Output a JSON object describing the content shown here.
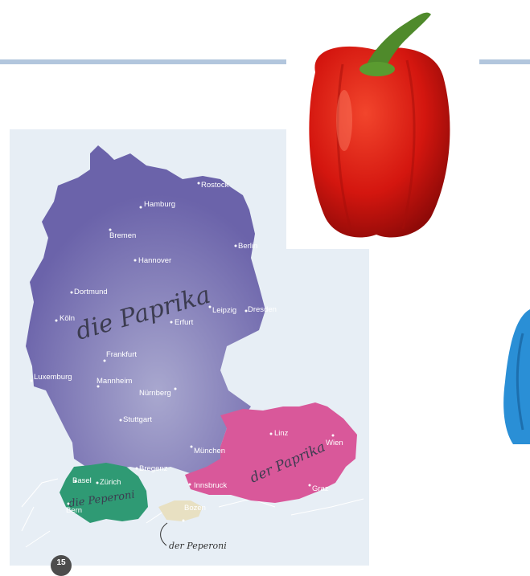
{
  "map": {
    "countries": [
      {
        "name": "Germany",
        "term_label": "die Paprika",
        "color": "#6d66ac"
      },
      {
        "name": "Austria",
        "term_label": "der Paprika",
        "color": "#d9589a"
      },
      {
        "name": "Switzerland",
        "term_label": "die Peperoni",
        "color": "#2f9a74"
      },
      {
        "name": "South Tyrol",
        "term_label": "der Peperoni",
        "color": "#e8e0c2"
      }
    ],
    "cities": [
      {
        "id": "rostock",
        "label": "Rostock"
      },
      {
        "id": "hamburg",
        "label": "Hamburg"
      },
      {
        "id": "bremen",
        "label": "Bremen"
      },
      {
        "id": "hannover",
        "label": "Hannover"
      },
      {
        "id": "berlin",
        "label": "Berlin"
      },
      {
        "id": "dortmund",
        "label": "Dortmund"
      },
      {
        "id": "koeln",
        "label": "Köln"
      },
      {
        "id": "leipzig",
        "label": "Leipzig"
      },
      {
        "id": "dresden",
        "label": "Dresden"
      },
      {
        "id": "erfurt",
        "label": "Erfurt"
      },
      {
        "id": "frankfurt",
        "label": "Frankfurt"
      },
      {
        "id": "luxemburg",
        "label": "Luxemburg"
      },
      {
        "id": "mannheim",
        "label": "Mannheim"
      },
      {
        "id": "nuernberg",
        "label": "Nürnberg"
      },
      {
        "id": "stuttgart",
        "label": "Stuttgart"
      },
      {
        "id": "linz",
        "label": "Linz"
      },
      {
        "id": "wien",
        "label": "Wien"
      },
      {
        "id": "muenchen",
        "label": "München"
      },
      {
        "id": "bregenz",
        "label": "Bregenz"
      },
      {
        "id": "basel",
        "label": "Basel"
      },
      {
        "id": "zuerich",
        "label": "Zürich"
      },
      {
        "id": "innsbruck",
        "label": "Innsbruck"
      },
      {
        "id": "graz",
        "label": "Graz"
      },
      {
        "id": "bern",
        "label": "Bern"
      },
      {
        "id": "bozen",
        "label": "Bozen"
      }
    ]
  },
  "page_number": "15",
  "colors": {
    "rule": "#b2c6dd",
    "pepper_red": "#d4160f",
    "pepper_stem": "#4f8a2b",
    "bag_blue": "#2a8fd6"
  }
}
